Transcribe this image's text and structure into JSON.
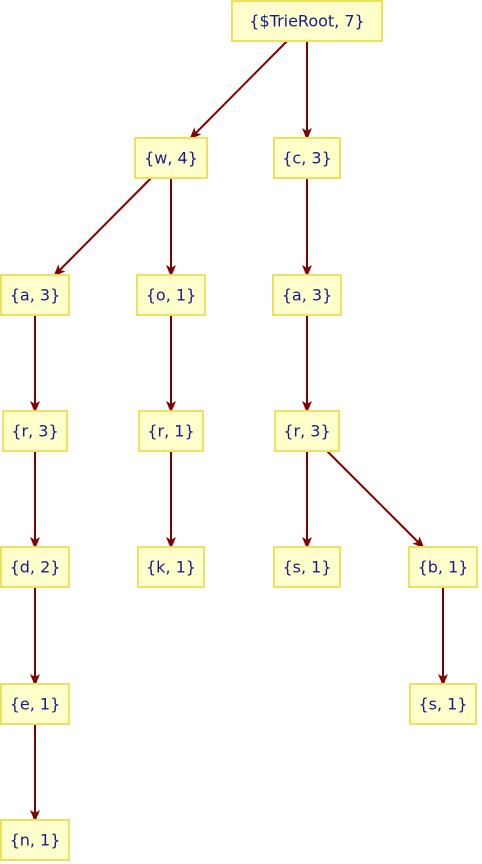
{
  "colors": {
    "node_fill": "#ffffcc",
    "node_border": "#f0e060",
    "label_text": "#1a1a8c",
    "edge": "#800000"
  },
  "nodes": [
    {
      "id": "root",
      "label": "{$TrieRoot, 7}"
    },
    {
      "id": "w4",
      "label": "{w, 4}"
    },
    {
      "id": "c3",
      "label": "{c, 3}"
    },
    {
      "id": "a3_w",
      "label": "{a, 3}"
    },
    {
      "id": "o1",
      "label": "{o, 1}"
    },
    {
      "id": "a3_c",
      "label": "{a, 3}"
    },
    {
      "id": "r3_w",
      "label": "{r, 3}"
    },
    {
      "id": "r1",
      "label": "{r, 1}"
    },
    {
      "id": "r3_c",
      "label": "{r, 3}"
    },
    {
      "id": "d2",
      "label": "{d, 2}"
    },
    {
      "id": "k1",
      "label": "{k, 1}"
    },
    {
      "id": "s1_c",
      "label": "{s, 1}"
    },
    {
      "id": "b1",
      "label": "{b, 1}"
    },
    {
      "id": "e1",
      "label": "{e, 1}"
    },
    {
      "id": "s1_b",
      "label": "{s, 1}"
    },
    {
      "id": "n1",
      "label": "{n, 1}"
    }
  ],
  "edges": [
    {
      "from": "root",
      "to": "w4"
    },
    {
      "from": "root",
      "to": "c3"
    },
    {
      "from": "w4",
      "to": "a3_w"
    },
    {
      "from": "w4",
      "to": "o1"
    },
    {
      "from": "c3",
      "to": "a3_c"
    },
    {
      "from": "a3_w",
      "to": "r3_w"
    },
    {
      "from": "o1",
      "to": "r1"
    },
    {
      "from": "a3_c",
      "to": "r3_c"
    },
    {
      "from": "r3_w",
      "to": "d2"
    },
    {
      "from": "r1",
      "to": "k1"
    },
    {
      "from": "r3_c",
      "to": "s1_c"
    },
    {
      "from": "r3_c",
      "to": "b1"
    },
    {
      "from": "d2",
      "to": "e1"
    },
    {
      "from": "b1",
      "to": "s1_b"
    },
    {
      "from": "e1",
      "to": "n1"
    }
  ]
}
